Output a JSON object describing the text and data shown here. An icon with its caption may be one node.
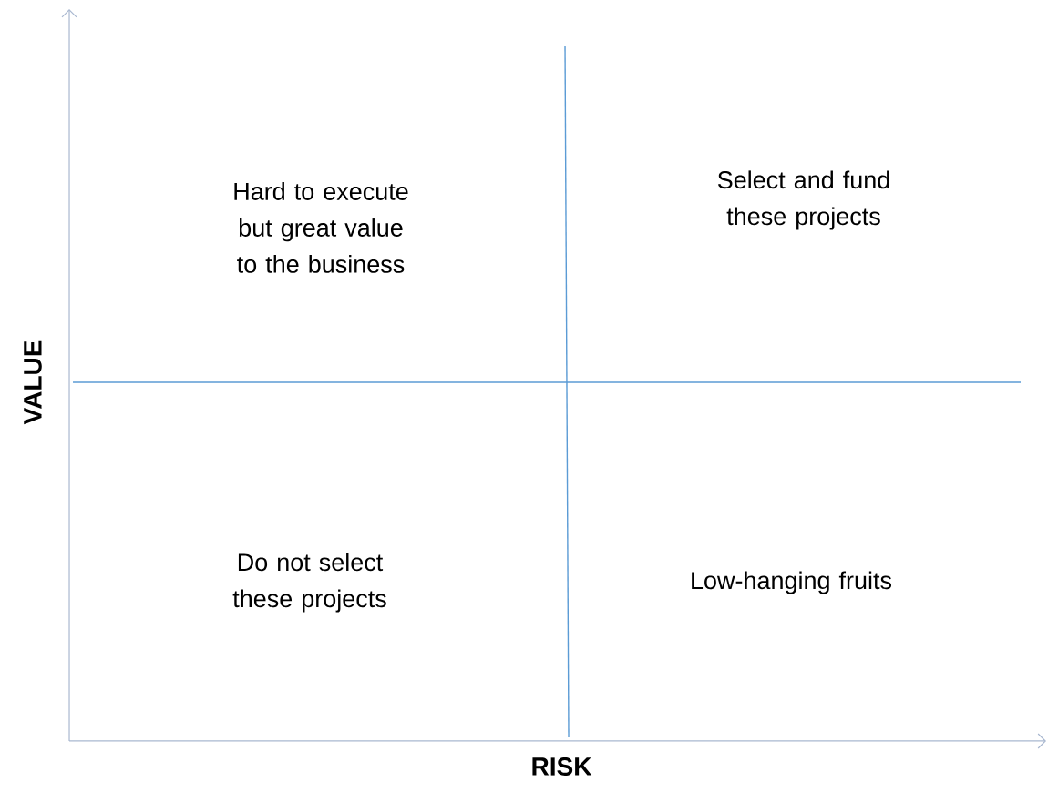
{
  "diagram": {
    "labels": [
      "Hard to execute but great value to the business",
      "Select and fund these projects",
      "VALUE",
      "Do not select these projects",
      "Low-hanging fruits",
      "RISK"
    ]
  }
}
